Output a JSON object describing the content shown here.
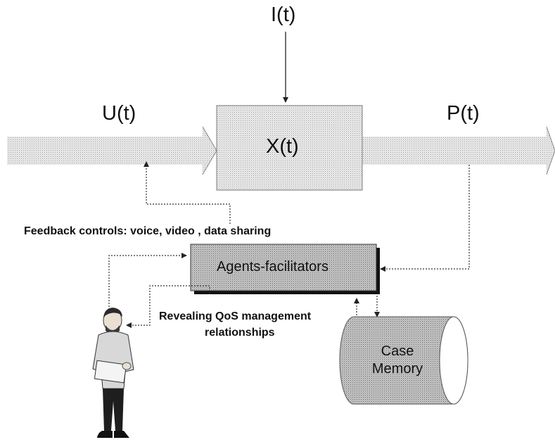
{
  "diagram": {
    "input_label": "I(t)",
    "control_label": "U(t)",
    "output_label": "P(t)",
    "state_label": "X(t)",
    "feedback_caption": "Feedback controls: voice, video , data sharing",
    "agents_label": "Agents-facilitators",
    "revealing_line1": "Revealing QoS management",
    "revealing_line2": "relationships",
    "case_memory_line1": "Case",
    "case_memory_line2": "Memory"
  }
}
